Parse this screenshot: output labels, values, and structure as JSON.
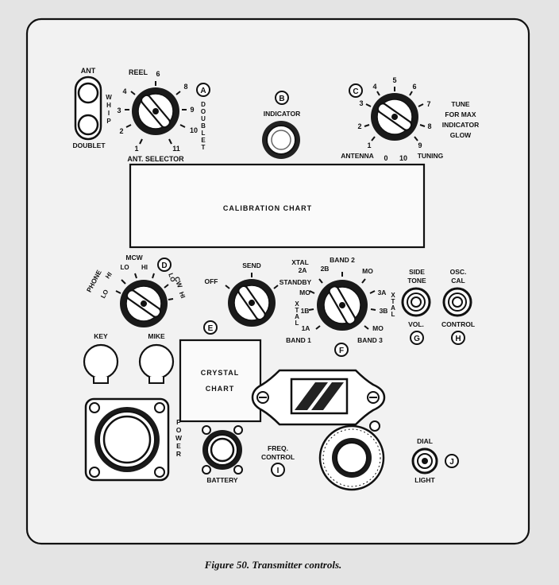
{
  "panel": {
    "whip_switch": {
      "top": "ANT",
      "bottom": "DOUBLET",
      "side": [
        "W",
        "H",
        "I",
        "P"
      ]
    },
    "ant_selector": {
      "marker": "A",
      "reel": "REEL",
      "ticks": [
        "1",
        "2",
        "3",
        "4",
        "6",
        "8",
        "9",
        "10",
        "11"
      ],
      "doublet_side": [
        "D",
        "O",
        "U",
        "B",
        "L",
        "E",
        "T"
      ],
      "label": "ANT. SELECTOR"
    },
    "indicator": {
      "marker": "B",
      "label": "INDICATOR"
    },
    "tuning": {
      "marker": "C",
      "ticks": [
        "1",
        "2",
        "3",
        "4",
        "5",
        "6",
        "7",
        "8",
        "9",
        "0",
        "10"
      ],
      "antenna": "ANTENNA",
      "tuning": "TUNING",
      "note": [
        "TUNE",
        "FOR MAX",
        "INDICATOR",
        "GLOW"
      ]
    },
    "calibration_chart": "CALIBRATION CHART",
    "mode_switch": {
      "marker": "D",
      "phone": "PHONE",
      "phone_lo": "LO",
      "phone_hi": "HI",
      "mcw": "MCW",
      "mcw_lo": "LO",
      "mcw_hi": "HI",
      "cw": "CW",
      "cw_lo": "LO",
      "cw_hi": "HI"
    },
    "send_switch": {
      "marker": "E",
      "off": "OFF",
      "send": "SEND",
      "standby": "STANDBY"
    },
    "band_switch": {
      "marker": "F",
      "band2": "BAND 2",
      "xtal2a": "XTAL",
      "t2a": "2A",
      "t2b": "2B",
      "mo_top": "MO",
      "mo_left": "MO",
      "xtal_left": [
        "X",
        "T",
        "A",
        "L"
      ],
      "t1b": "1B",
      "t1a": "1A",
      "band1": "BAND 1",
      "t3a": "3A",
      "t3b": "3B",
      "xtal_right": [
        "X",
        "T",
        "A",
        "L"
      ],
      "mo_right": "MO",
      "band3": "BAND 3"
    },
    "side_tone": {
      "marker": "G",
      "top": [
        "SIDE",
        "TONE"
      ],
      "bottom": "VOL."
    },
    "osc_cal": {
      "marker": "H",
      "top": [
        "OSC.",
        "CAL"
      ],
      "bottom": "CONTROL"
    },
    "key": "KEY",
    "mike": "MIKE",
    "crystal_chart": [
      "CRYSTAL",
      "CHART"
    ],
    "power_label": [
      "P",
      "O",
      "W",
      "E",
      "R"
    ],
    "battery": "BATTERY",
    "freq_control": {
      "marker": "I",
      "label": [
        "FREQ.",
        "CONTROL"
      ]
    },
    "dial_light": {
      "marker": "J",
      "top": "DIAL",
      "bottom": "LIGHT"
    }
  },
  "caption": "Figure 50. Transmitter controls."
}
